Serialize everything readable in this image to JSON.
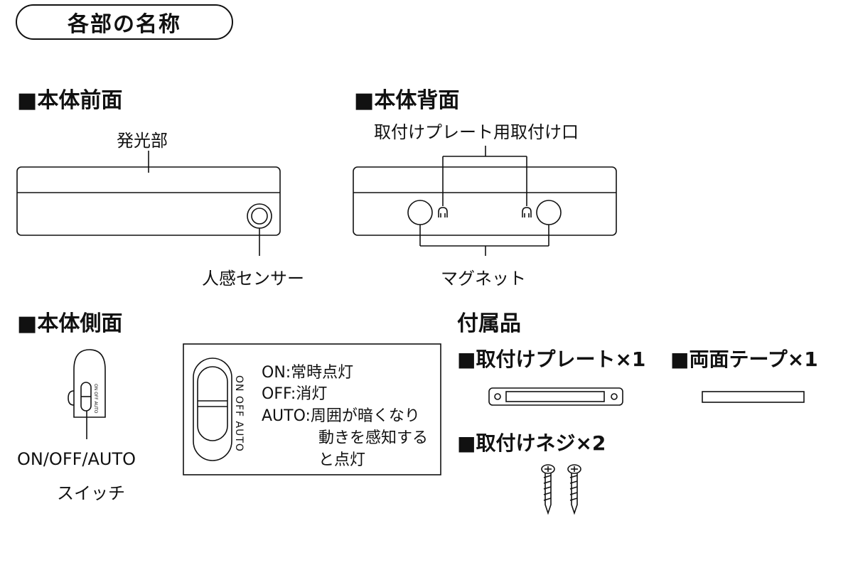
{
  "title": "各部の名称",
  "sections": {
    "front": "■本体前面",
    "back": "■本体背面",
    "side": "■本体側面",
    "accessories": "付属品"
  },
  "labels": {
    "light_emitter": "発光部",
    "motion_sensor": "人感センサー",
    "mount_plate_slot": "取付けプレート用取付け口",
    "magnet": "マグネット",
    "switch_line1": "ON/OFF/AUTO",
    "switch_line2": "スイッチ"
  },
  "switch_detail": {
    "vertical_label": "ON OFF AUTO",
    "small_label": "ON OFF AUTO",
    "desc": [
      "ON:常時点灯",
      "OFF:消灯",
      "AUTO:周囲が暗くなり",
      "動きを感知する",
      "と点灯"
    ]
  },
  "accessory_items": {
    "plate": "■取付けプレート×1",
    "tape": "■両面テープ×1",
    "screws": "■取付けネジ×2"
  }
}
